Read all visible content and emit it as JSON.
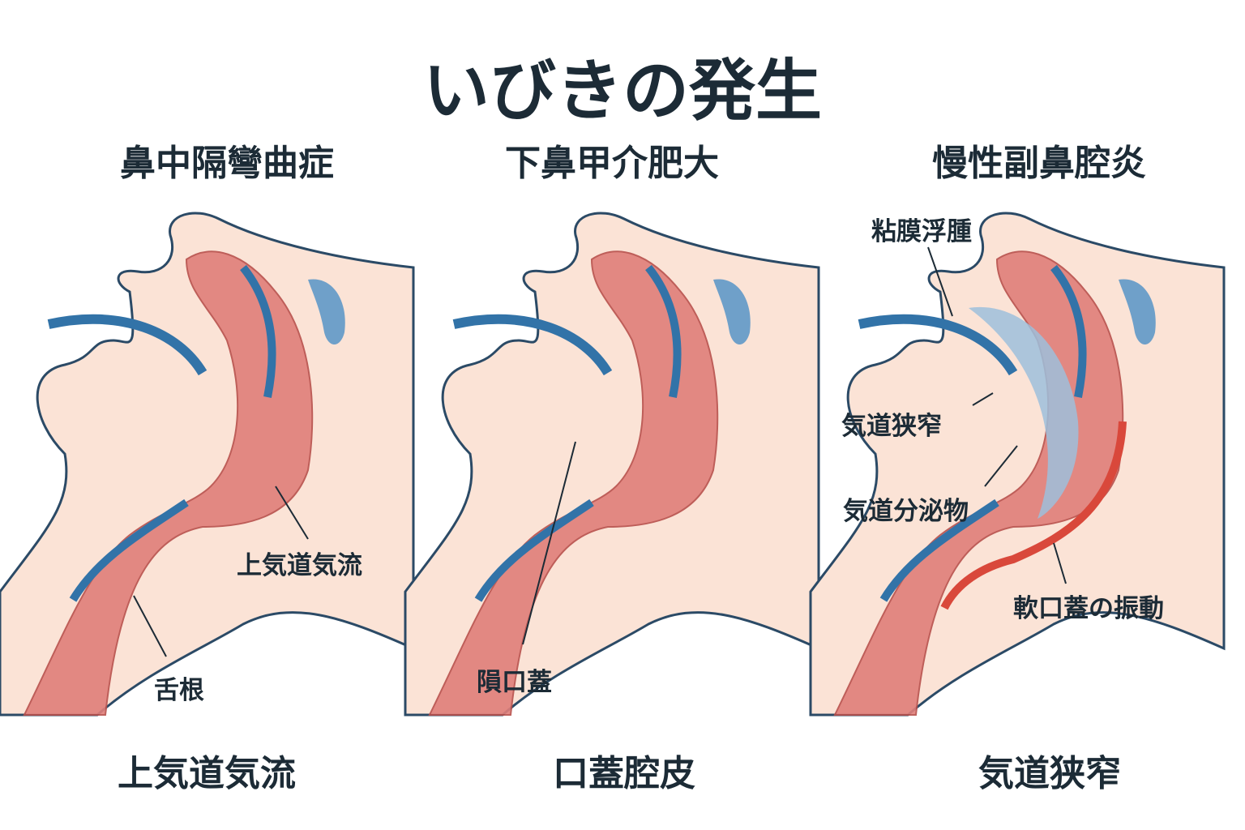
{
  "title": "いびきの発生",
  "panels": [
    {
      "heading": "鼻中隔彎曲症",
      "labels": [
        "上気道気流",
        "舌根"
      ],
      "caption": "上気道気流"
    },
    {
      "heading": "下鼻甲介肥大",
      "labels": [
        "隕口蓋"
      ],
      "caption": "口蓋腔皮"
    },
    {
      "heading": "慢性副鼻腔炎",
      "labels": [
        "粘膜浮腫",
        "気道狭窄",
        "気道分泌物",
        "軟口蓋の振動"
      ],
      "caption": "気道狭窄"
    }
  ],
  "colors": {
    "skin": "#fbe3d6",
    "outline": "#2b4a66",
    "airway": "#e07f7a",
    "arrow": "#3273a8",
    "edema": "#9ec0dc"
  }
}
